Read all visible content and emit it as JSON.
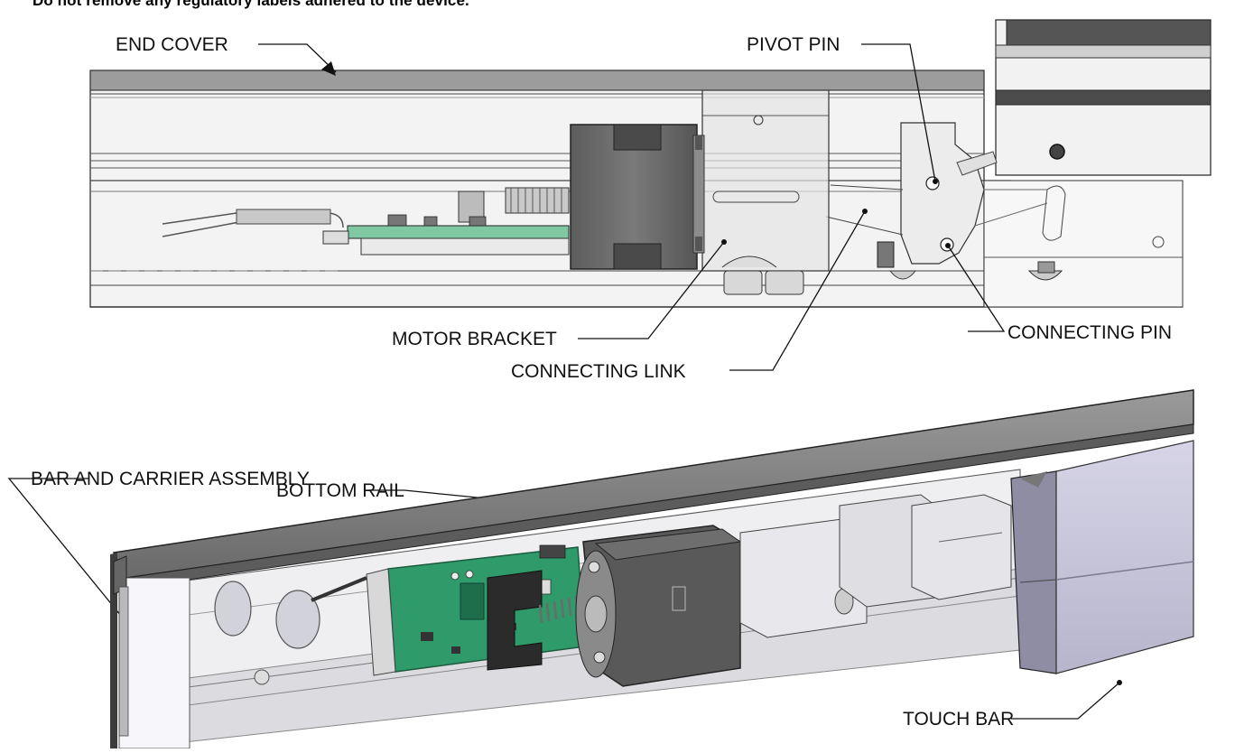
{
  "header": {
    "note": "Do not remove any regulatory labels adhered to the device."
  },
  "labels": {
    "end_cover": "END COVER",
    "pivot_pin": "PIVOT PIN",
    "motor_bracket": "MOTOR BRACKET",
    "connecting_pin": "CONNECTING PIN",
    "connecting_link": "CONNECTING LINK",
    "bottom_rail": "BOTTOM RAIL",
    "bar_and_carrier": "BAR AND CARRIER ASSEMBLY",
    "touch_bar": "TOUCH BAR"
  },
  "colors": {
    "line": "#1a1a1a",
    "housing_light": "#e6e6e6",
    "housing_dark": "#8a8a8a",
    "motor": "#6e6e6e",
    "pcb": "#2f9a6a",
    "touch_bar": "#c9c7dc",
    "top_rail": "#808080"
  }
}
